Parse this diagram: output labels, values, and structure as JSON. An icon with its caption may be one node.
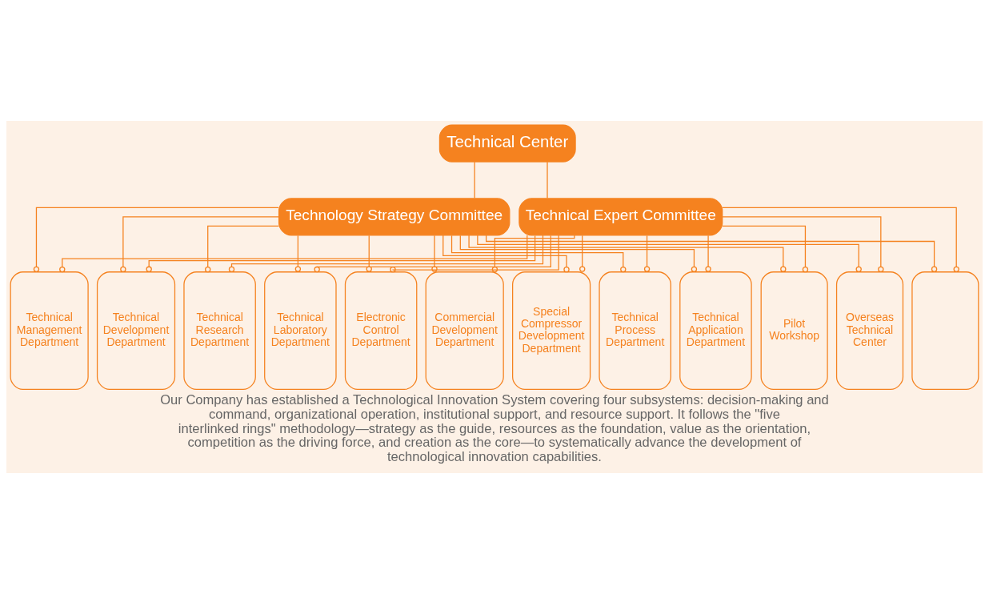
{
  "diagram": {
    "caption": "Our Company has established a Technological Innovation System covering four subsystems: decision-making and command, organizational operation, institutional support, and resource support. It follows the \"five interlinked rings\" methodology—strategy as the guide, resources as the foundation, value as the orientation, competition as the driving force, and creation as the core—to systematically advance the development of technological innovation capabilities.",
    "nodes": [
      {
        "text": [
          "Technical Center"
        ]
      },
      {
        "text": [
          "Technology Strategy Committee"
        ]
      },
      {
        "text": [
          "Technical Expert Committee"
        ]
      },
      {
        "text": [
          "Technical Management Department"
        ]
      },
      {
        "text": [
          "Technical Development Department"
        ]
      },
      {
        "text": [
          "Technical Research Department"
        ]
      },
      {
        "text": [
          "Technical Laboratory Department"
        ]
      },
      {
        "text": [
          "Electronic Control Department"
        ]
      },
      {
        "text": [
          "Commercial Development Department"
        ]
      },
      {
        "text": [
          "Special Compressor Development Department"
        ]
      },
      {
        "text": [
          "Technical Process Department"
        ]
      },
      {
        "text": [
          "Technical Application Department"
        ]
      },
      {
        "text": [
          "Pilot Workshop"
        ]
      },
      {
        "text": [
          "Overseas Technical Center"
        ]
      },
      {
        "text": [],
        "shape": "box"
      }
    ],
    "edges": [
      {
        "from": 0,
        "to": 1,
        "arrow": "none"
      },
      {
        "from": 0,
        "to": 2,
        "arrow": "none"
      },
      {
        "from": 1,
        "to": 3,
        "arrow": "other"
      },
      {
        "from": 2,
        "to": 3,
        "arrow": "other"
      },
      {
        "from": 1,
        "to": 4,
        "arrow": "other"
      },
      {
        "from": 2,
        "to": 4,
        "arrow": "other"
      },
      {
        "from": 1,
        "to": 5,
        "arrow": "other"
      },
      {
        "from": 2,
        "to": 5,
        "arrow": "other"
      },
      {
        "from": 1,
        "to": 6,
        "arrow": "other"
      },
      {
        "from": 2,
        "to": 6,
        "arrow": "other"
      },
      {
        "from": 1,
        "to": 7,
        "arrow": "other"
      },
      {
        "from": 2,
        "to": 7,
        "arrow": "other"
      },
      {
        "from": 1,
        "to": 8,
        "arrow": "other"
      },
      {
        "from": 2,
        "to": 8,
        "arrow": "other"
      },
      {
        "from": 1,
        "to": 9,
        "arrow": "other"
      },
      {
        "from": 2,
        "to": 9,
        "arrow": "other"
      },
      {
        "from": 1,
        "to": 10,
        "arrow": "other"
      },
      {
        "from": 2,
        "to": 10,
        "arrow": "other"
      },
      {
        "from": 1,
        "to": 11,
        "arrow": "other"
      },
      {
        "from": 2,
        "to": 11,
        "arrow": "other"
      },
      {
        "from": 1,
        "to": 12,
        "arrow": "other"
      },
      {
        "from": 2,
        "to": 12,
        "arrow": "other"
      },
      {
        "from": 1,
        "to": 13,
        "arrow": "other"
      },
      {
        "from": 2,
        "to": 13,
        "arrow": "other"
      },
      {
        "from": 1,
        "to": 14,
        "arrow": "other"
      },
      {
        "from": 2,
        "to": 14,
        "arrow": "other"
      }
    ]
  }
}
